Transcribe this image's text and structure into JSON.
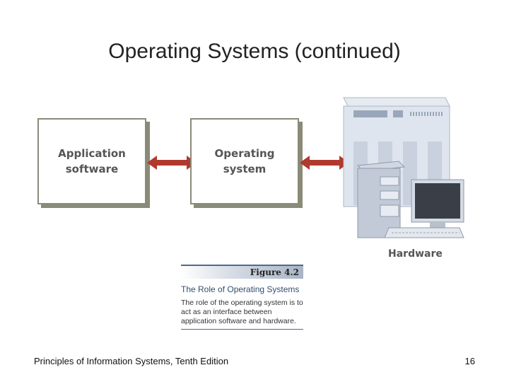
{
  "slide": {
    "title": "Operating Systems (continued)"
  },
  "diagram": {
    "box_app_line1": "Application",
    "box_app_line2": "software",
    "box_os_line1": "Operating",
    "box_os_line2": "system",
    "hardware_label": "Hardware",
    "arrow_color": "#b03a2e"
  },
  "figure": {
    "number": "Figure 4.2",
    "title": "The Role of Operating Systems",
    "description": "The role of the operating system is to act as an interface between application software and hardware."
  },
  "footer": {
    "source": "Principles of Information Systems, Tenth Edition",
    "page_number": "16"
  }
}
